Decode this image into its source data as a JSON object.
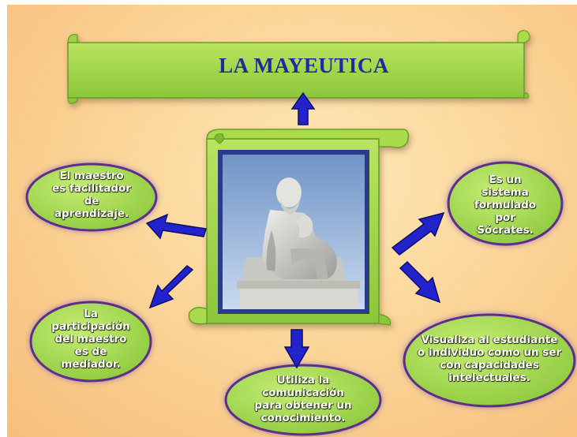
{
  "title": "LA MAYEUTICA",
  "center_image": "statue-of-socrates",
  "bubbles": {
    "facilitator": "El maestro\nes facilitador\nde\naprendizaje.",
    "system": "Es un\nsistema\nformulado\npor\nSócrates.",
    "mediator": "La\nparticipación\ndel maestro\nes de\nmediador.",
    "communication": "Utiliza la\ncomunicación\npara  obtener un\nconocimiento.",
    "student": "Visualiza al estudiante\no individuo como un ser\ncon capacidades\nintelectuales."
  },
  "colors": {
    "bubble_fill": "#a8d84a",
    "bubble_border": "#5d2f8a",
    "scroll_fill": "#a9db4d",
    "arrow": "#2323cc",
    "title_text": "#1f2a9e"
  }
}
